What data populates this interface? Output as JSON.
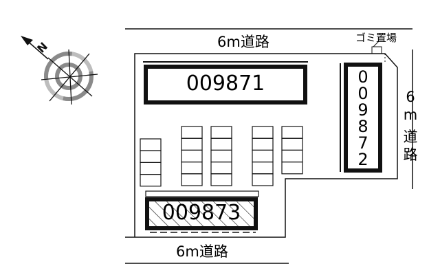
{
  "roads": {
    "top": "6m道路",
    "bottom": "6m道路",
    "right_num": "6",
    "right_unit": "m",
    "right_chars": [
      "道",
      "路"
    ]
  },
  "garbage_label": "ゴミ置場",
  "buildings": [
    {
      "id": "009871",
      "hatched": false
    },
    {
      "id": "009872",
      "hatched": false,
      "vertical_chars": [
        "0",
        "0",
        "9",
        "8",
        "7",
        "2"
      ]
    },
    {
      "id": "009873",
      "hatched": true
    }
  ],
  "compass": {
    "label": "N"
  },
  "parking_columns": [
    4,
    5,
    5,
    5,
    4
  ],
  "colors": {
    "line": "#111111",
    "compass_ring": "#8a8a8a",
    "compass_ring_light": "#bdbdbd"
  }
}
